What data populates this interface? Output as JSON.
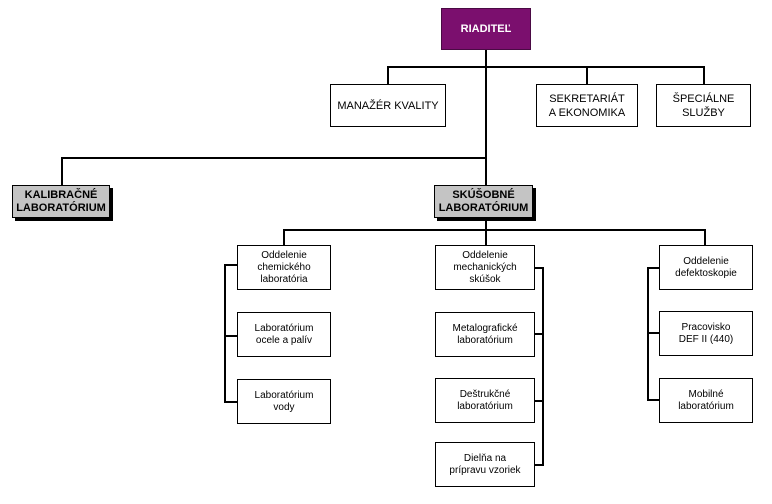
{
  "director": "RIADITEĽ",
  "staff": {
    "quality": "MANAŽÉR KVALITY",
    "secretariat": "SEKRETARIÁT\nA EKONOMIKA",
    "special": "ŠPECIÁLNE\nSLUŽBY"
  },
  "labs": {
    "calibration": "KALIBRAČNÉ\nLABORATÓRIUM",
    "testing": "SKÚŠOBNÉ\nLABORATÓRIUM"
  },
  "departments": {
    "chemical": {
      "title": "Oddelenie\nchemického\nlaboratória",
      "units": [
        "Laboratórium\nocele a palív",
        "Laboratórium\nvody"
      ]
    },
    "mechanical": {
      "title": "Oddelenie\nmechanických\nskúšok",
      "units": [
        "Metalografické\nlaboratórium",
        "Deštrukčné\nlaboratórium",
        "Dielňa na\nprípravu vzoriek"
      ]
    },
    "defectoscopy": {
      "title": "Oddelenie\ndefektoskopie",
      "units": [
        "Pracovisko\nDEF II (440)",
        "Mobilné\nlaboratórium"
      ]
    }
  }
}
